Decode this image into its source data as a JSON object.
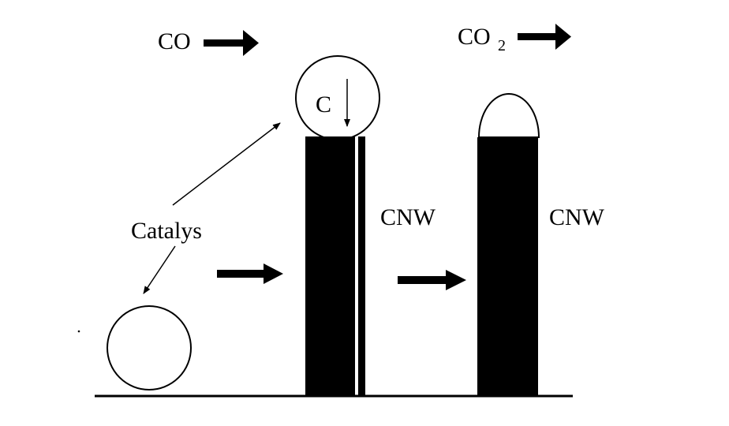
{
  "labels": {
    "co": "CO",
    "co2_base": "CO",
    "co2_sub": "2",
    "carbon": "C",
    "catalyst": "Catalys",
    "cnw_1": "CNW",
    "cnw_2": "CNW"
  },
  "colors": {
    "ink": "#000000",
    "background": "#ffffff"
  }
}
